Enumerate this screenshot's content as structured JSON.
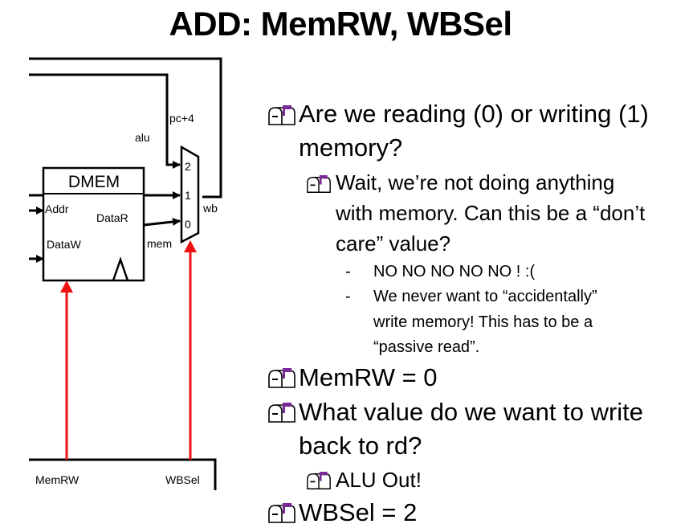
{
  "slide": {
    "title": "ADD: MemRW, WBSel"
  },
  "diagram": {
    "dmem_label": "DMEM",
    "port_addr": "Addr",
    "port_datar": "DataR",
    "port_dataw": "DataW",
    "mux_inputs": [
      "2",
      "1",
      "0"
    ],
    "wire_pc4": "pc+4",
    "wire_alu": "alu",
    "wire_mem": "mem",
    "wire_wb": "wb",
    "ctrl_memrw": "MemRW",
    "ctrl_wbsel": "WBSel",
    "control_color": "#ee1111"
  },
  "bullets": {
    "b1_line1": "Are we reading (0) or writing (1)",
    "b1_line2": "memory?",
    "b1a_line1": "Wait, we’re not doing anything",
    "b1a_line2": "with memory. Can this be a “don’t",
    "b1a_line3": "care” value?",
    "b1a_i_dash": "-",
    "b1a_i": "NO NO NO NO NO ! :(",
    "b1a_ii_dash": "-",
    "b1a_ii_line1": "We never want to “accidentally”",
    "b1a_ii_line2": "write memory! This has to be a",
    "b1a_ii_line3": "“passive read”.",
    "b2": "MemRW = 0",
    "b3_line1": "What value do we want to write",
    "b3_line2": "back to rd?",
    "b3a": "ALU Out!",
    "b4": "WBSel = 2"
  }
}
